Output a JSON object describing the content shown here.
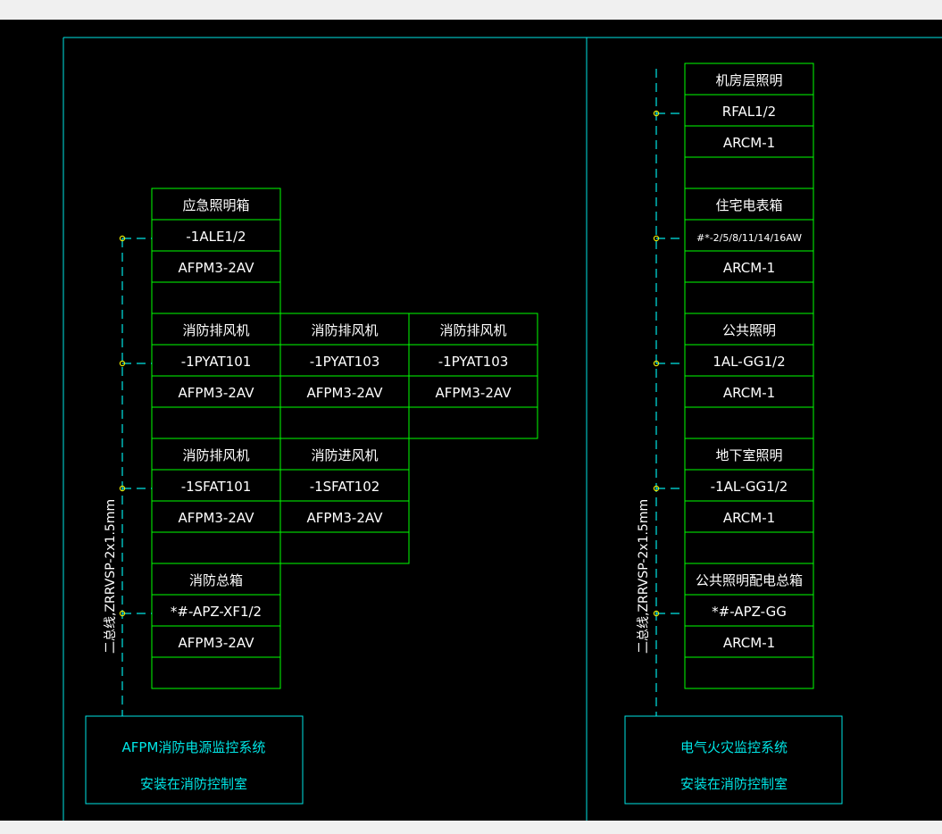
{
  "colors": {
    "frame": "#00e5e5",
    "table": "#00ff00",
    "text": "#ffffff",
    "dashed": "#00e5e5",
    "node": "#e8e800"
  },
  "left": {
    "cable_label": "二总线,ZRRVSP-2x1.5mm",
    "system_box": {
      "line1": "AFPM消防电源监控系统",
      "line2": "安装在消防控制室"
    },
    "rows": [
      {
        "cells": [
          {
            "name": "应急照明箱",
            "code": "-1ALE1/2",
            "model": "AFPM3-2AV"
          }
        ]
      },
      {
        "cells": [
          {
            "name": "消防排风机",
            "code": "-1PYAT101",
            "model": "AFPM3-2AV"
          },
          {
            "name": "消防排风机",
            "code": "-1PYAT103",
            "model": "AFPM3-2AV"
          },
          {
            "name": "消防排风机",
            "code": "-1PYAT103",
            "model": "AFPM3-2AV"
          }
        ]
      },
      {
        "cells": [
          {
            "name": "消防排风机",
            "code": "-1SFAT101",
            "model": "AFPM3-2AV"
          },
          {
            "name": "消防进风机",
            "code": "-1SFAT102",
            "model": "AFPM3-2AV"
          }
        ]
      },
      {
        "cells": [
          {
            "name": "消防总箱",
            "code": "*#-APZ-XF1/2",
            "model": "AFPM3-2AV"
          }
        ]
      }
    ]
  },
  "right": {
    "cable_label": "二总线,ZRRVSP-2x1.5mm",
    "system_box": {
      "line1": "电气火灾监控系统",
      "line2": "安装在消防控制室"
    },
    "rows": [
      {
        "cells": [
          {
            "name": "机房层照明",
            "code": "RFAL1/2",
            "model": "ARCM-1"
          }
        ]
      },
      {
        "cells": [
          {
            "name": "住宅电表箱",
            "code": "#*-2/5/8/11/14/16AW",
            "model": "ARCM-1",
            "code_small": true
          }
        ]
      },
      {
        "cells": [
          {
            "name": "公共照明",
            "code": "1AL-GG1/2",
            "model": "ARCM-1"
          }
        ]
      },
      {
        "cells": [
          {
            "name": "地下室照明",
            "code": "-1AL-GG1/2",
            "model": "ARCM-1"
          }
        ]
      },
      {
        "cells": [
          {
            "name": "公共照明配电总箱",
            "code": "*#-APZ-GG",
            "model": "ARCM-1"
          }
        ]
      }
    ]
  }
}
